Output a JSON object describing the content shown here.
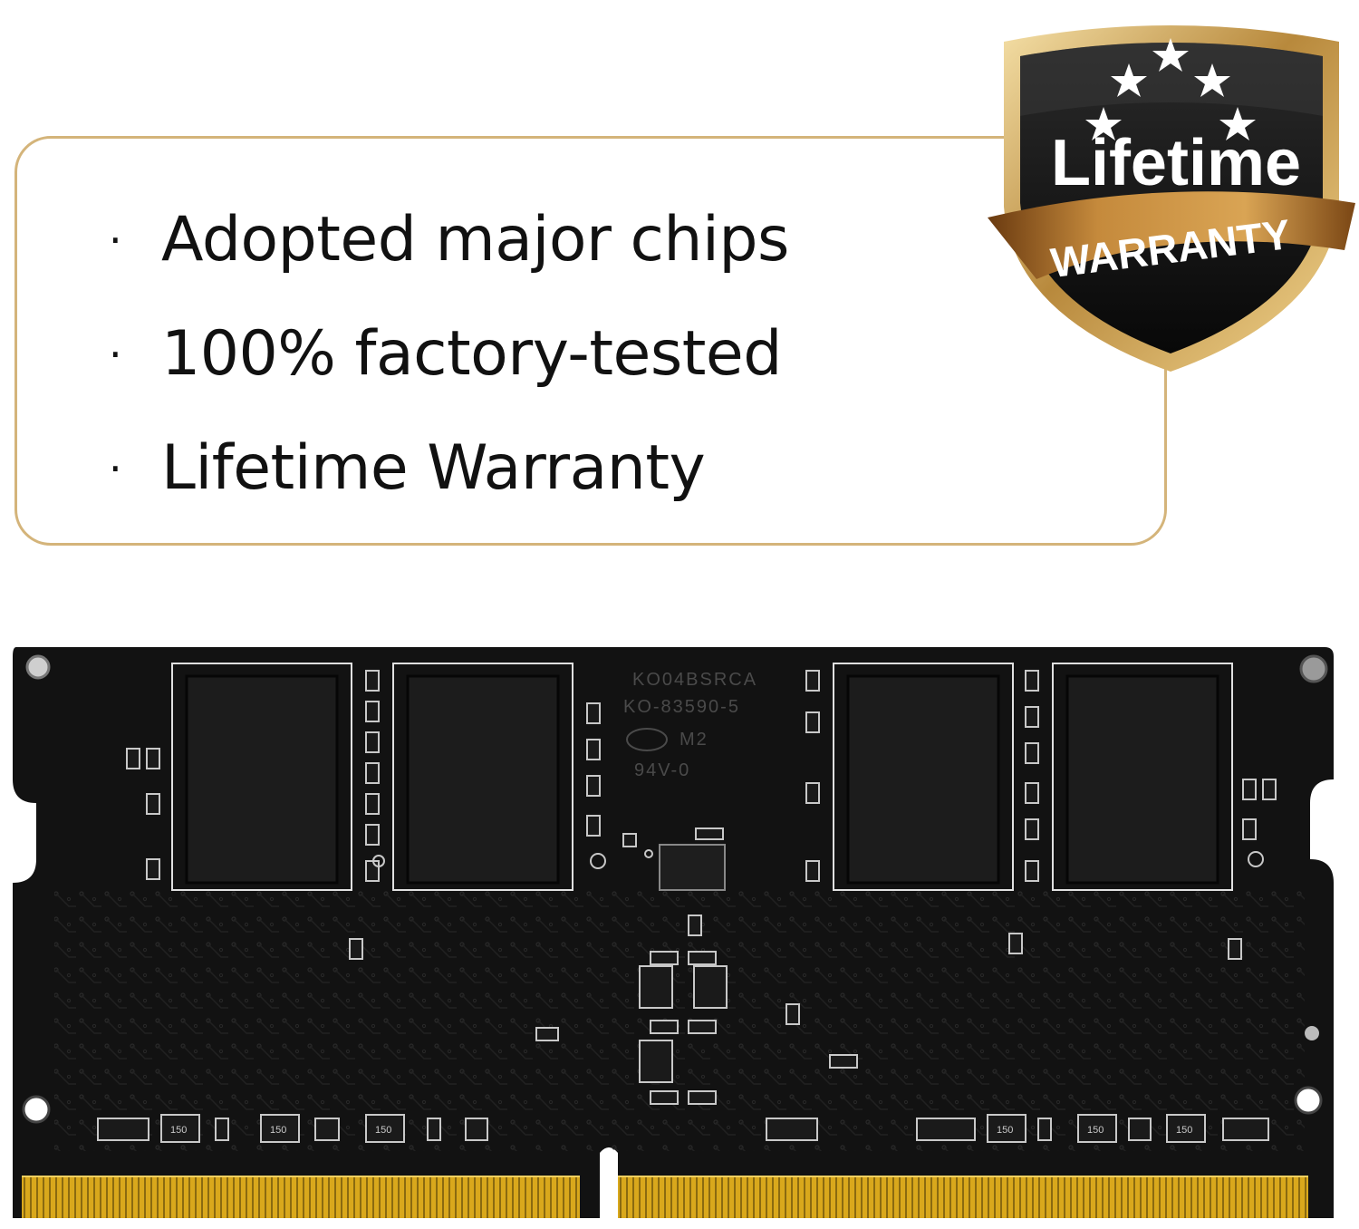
{
  "features": [
    {
      "bullet": "·",
      "text": "Adopted major chips"
    },
    {
      "bullet": "·",
      "text": "100% factory-tested"
    },
    {
      "bullet": "·",
      "text": "Lifetime Warranty"
    }
  ],
  "badge": {
    "title": "Lifetime",
    "ribbon": "WARRANTY",
    "star_count": 5
  },
  "module": {
    "markings": [
      "KO04BSRCA",
      "KO-83590-5",
      "M2",
      "94V-0"
    ],
    "resistor_label": "150",
    "colors": {
      "pcb": "#121212",
      "chip": "#1a1a1a",
      "contacts": "#d4a017",
      "gold_border": "#d4b47a"
    }
  }
}
